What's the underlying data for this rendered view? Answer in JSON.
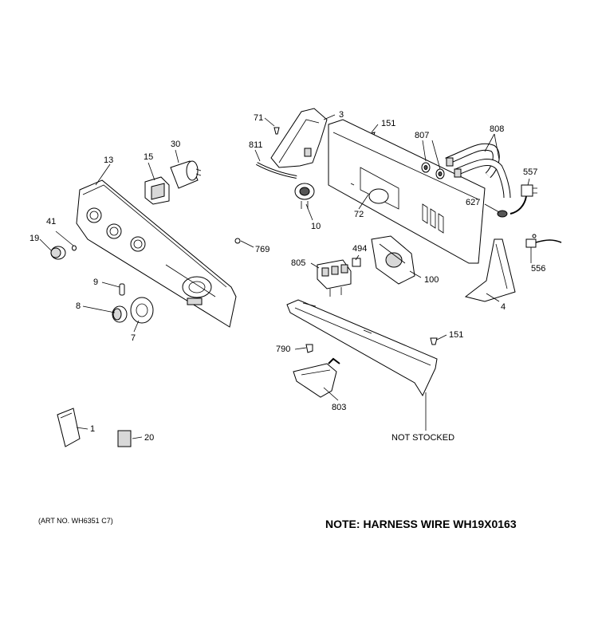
{
  "labels": {
    "p71": "71",
    "p3": "3",
    "p151a": "151",
    "p807": "807",
    "p808": "808",
    "p811": "811",
    "p557": "557",
    "p627": "627",
    "p72": "72",
    "p10": "10",
    "p13": "13",
    "p15": "15",
    "p30": "30",
    "p41": "41",
    "p19": "19",
    "p769": "769",
    "p494": "494",
    "p805": "805",
    "p100": "100",
    "p556": "556",
    "p4": "4",
    "p9": "9",
    "p8": "8",
    "p7": "7",
    "p151b": "151",
    "p790": "790",
    "p803": "803",
    "p1": "1",
    "p20": "20"
  },
  "not_stocked": "NOT STOCKED",
  "art_no": "(ART NO. WH6351 C7)",
  "note": "NOTE: HARNESS WIRE WH19X0163"
}
